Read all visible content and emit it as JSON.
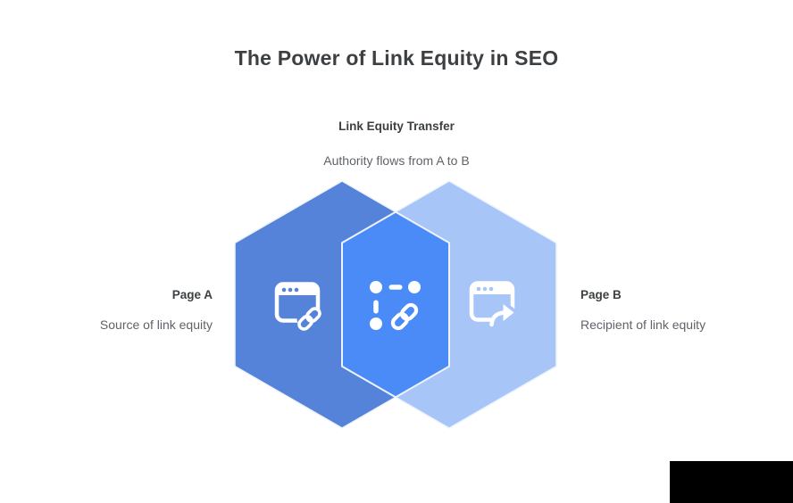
{
  "page": {
    "title": "The Power of Link Equity in SEO"
  },
  "transfer": {
    "heading": "Link Equity Transfer",
    "subheading": "Authority flows from A to B"
  },
  "page_a": {
    "heading": "Page A",
    "subheading": "Source of link equity",
    "icon": "browser-link-icon"
  },
  "page_b": {
    "heading": "Page B",
    "subheading": "Recipient of link equity",
    "icon": "browser-external-arrow-icon"
  },
  "overlap": {
    "icon": "network-link-icon"
  },
  "colors": {
    "page_a_hex": "#5583d9",
    "page_b_hex": "#a8c5f8",
    "overlap_hex": "#4b8bf7",
    "hex_border": "#eef3fd",
    "title_text": "#3d4043",
    "heading_text": "#3d4043",
    "body_text": "#5f6368",
    "icon_color": "#ffffff",
    "watermark_bg": "#000000"
  }
}
